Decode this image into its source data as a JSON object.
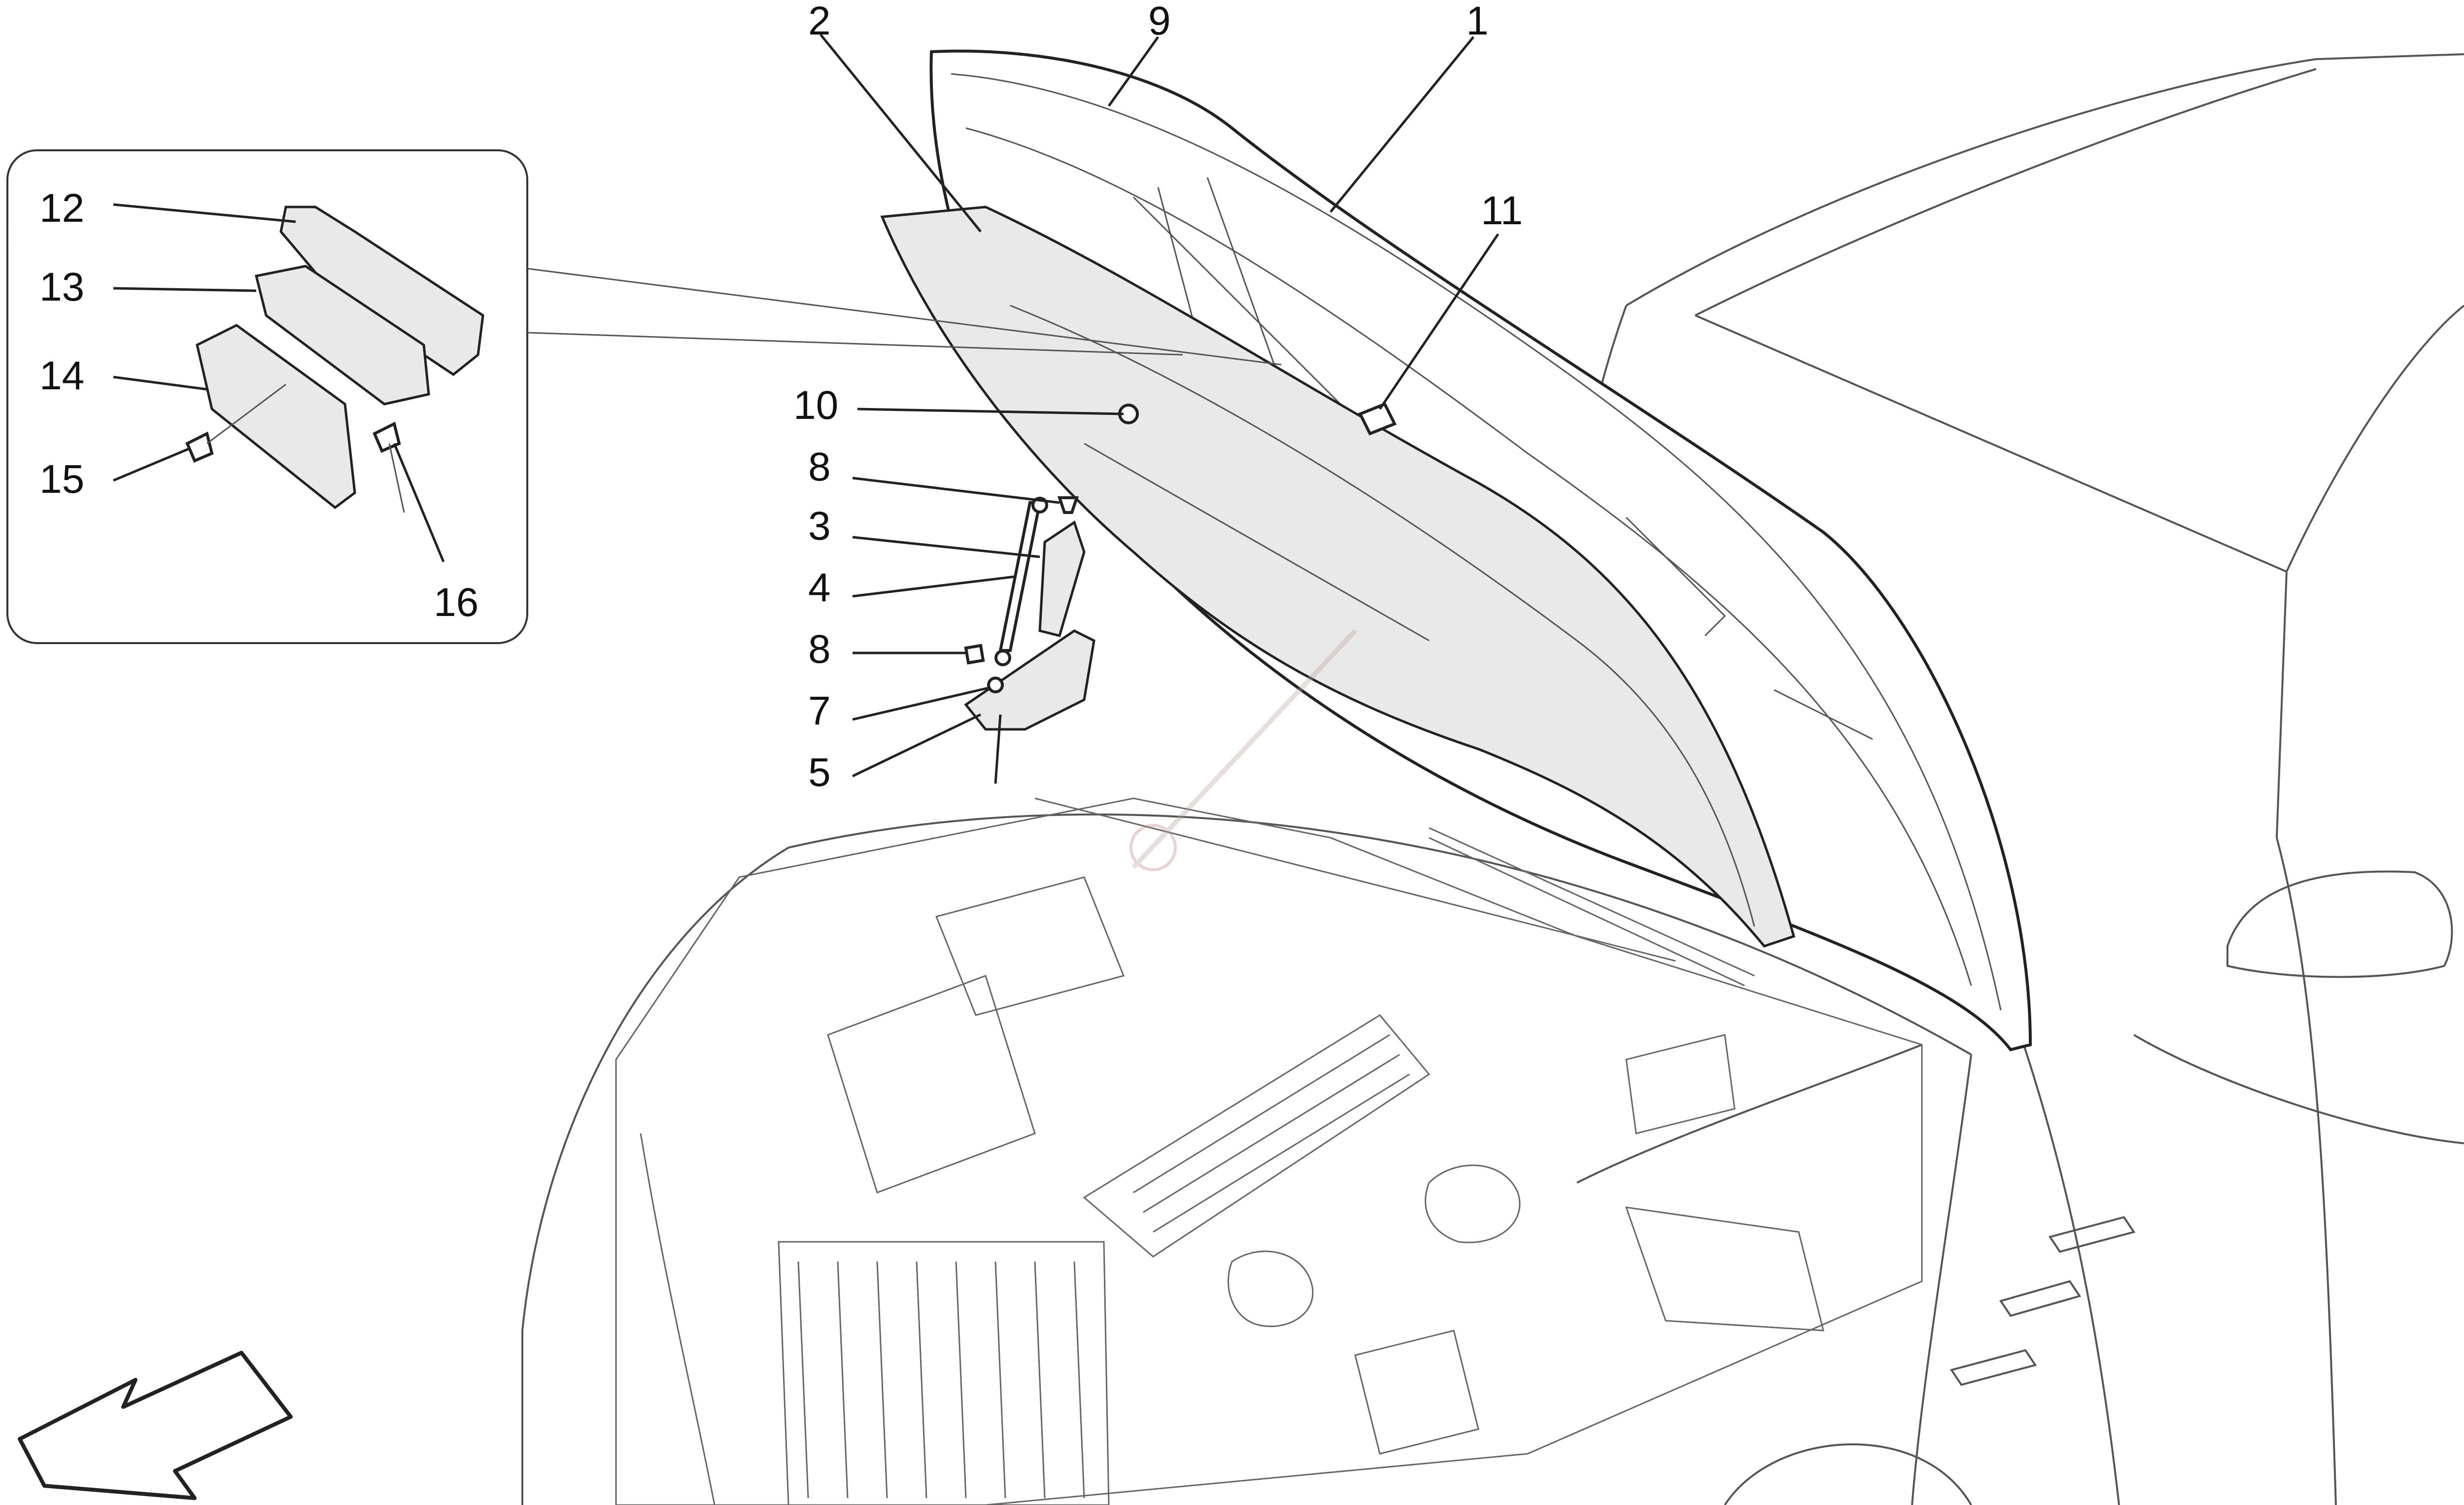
{
  "callouts": [
    {
      "id": "1",
      "text": "1"
    },
    {
      "id": "2",
      "text": "2"
    },
    {
      "id": "3",
      "text": "3"
    },
    {
      "id": "4",
      "text": "4"
    },
    {
      "id": "5",
      "text": "5"
    },
    {
      "id": "7",
      "text": "7"
    },
    {
      "id": "8a",
      "text": "8"
    },
    {
      "id": "8b",
      "text": "8"
    },
    {
      "id": "9",
      "text": "9"
    },
    {
      "id": "10",
      "text": "10"
    },
    {
      "id": "11",
      "text": "11"
    },
    {
      "id": "12",
      "text": "12"
    },
    {
      "id": "13",
      "text": "13"
    },
    {
      "id": "14",
      "text": "14"
    },
    {
      "id": "15",
      "text": "15"
    },
    {
      "id": "16",
      "text": "16"
    }
  ],
  "colors": {
    "line": "#222222",
    "watermark": "#d9b3b3",
    "background": "#ffffff"
  },
  "icons": {
    "direction_arrow": "front-direction-arrow-icon"
  }
}
